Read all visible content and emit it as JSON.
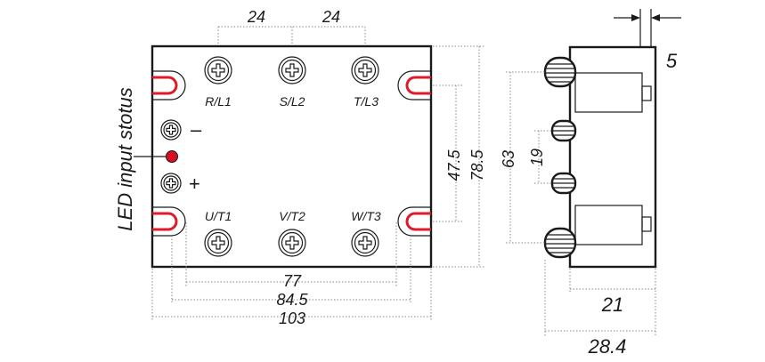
{
  "front_view": {
    "top_dimensions": [
      "24",
      "24"
    ],
    "top_terminals": [
      "R/L1",
      "S/L2",
      "T/L3"
    ],
    "bottom_terminals": [
      "U/T1",
      "V/T2",
      "W/T3"
    ],
    "led_label": "LED input stotus",
    "input_minus": "–",
    "input_plus": "+",
    "height_dimensions": [
      "47.5",
      "78.5"
    ],
    "width_dimensions": [
      "77",
      "84.5",
      "103"
    ]
  },
  "side_view": {
    "thickness_dimension": "5",
    "height_dimension": "63",
    "input_spacing_dimension": "19",
    "depth_dimensions": [
      "21",
      "28.4"
    ]
  },
  "colors": {
    "outline": "#1a1a1a",
    "accent_red": "#e0192b",
    "dimension_line": "#8a8a8a",
    "led": "#d41020"
  }
}
